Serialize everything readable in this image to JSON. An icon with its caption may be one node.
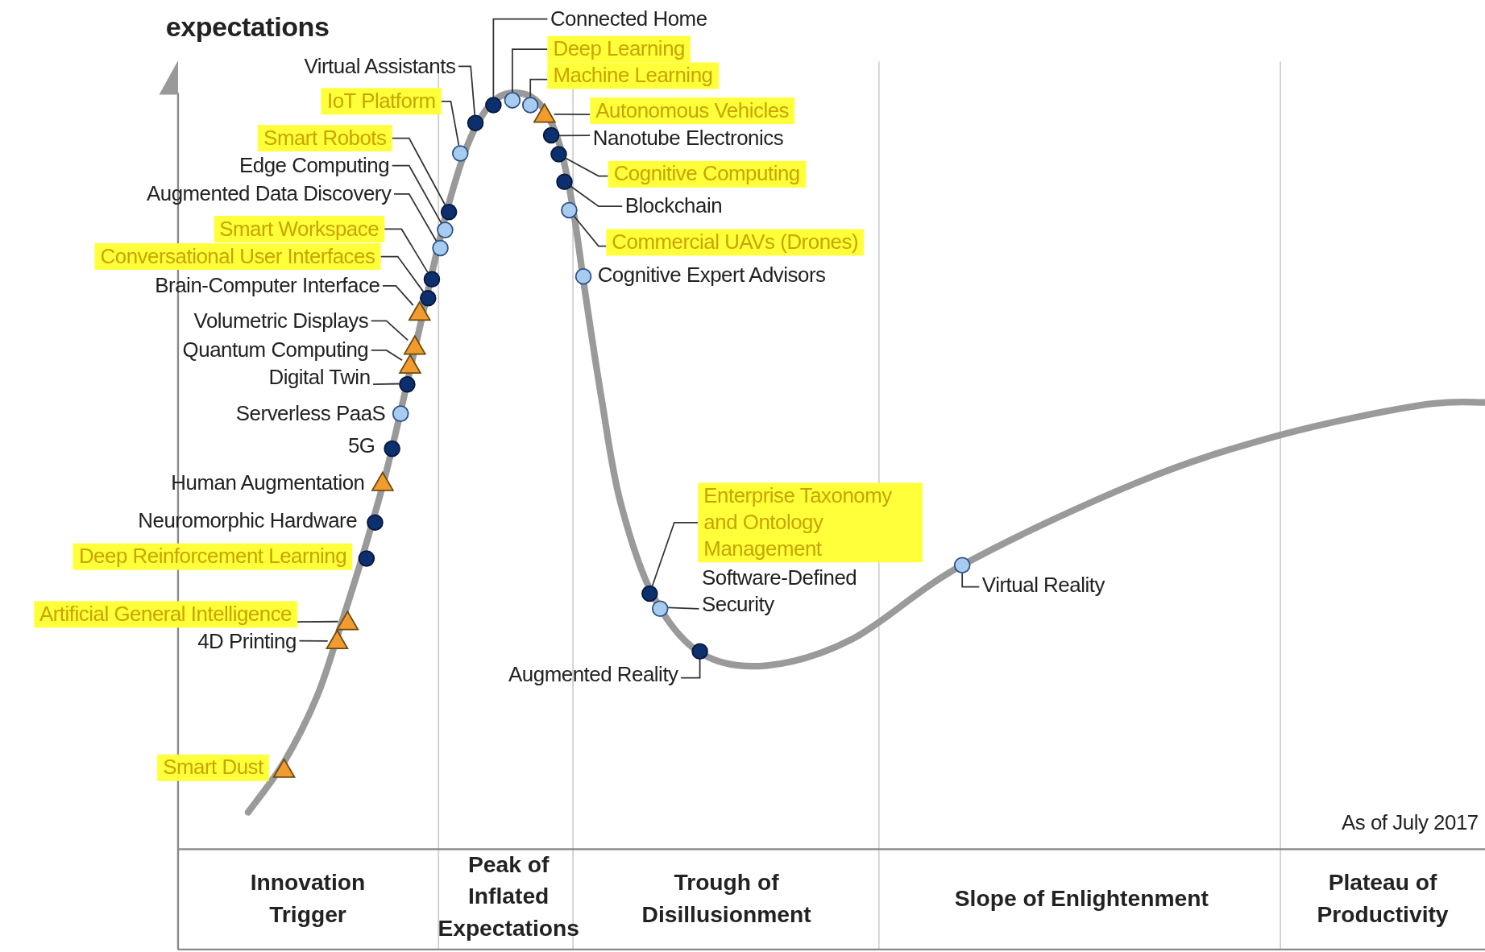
{
  "diagram": {
    "nodes": [
      {
        "text": [
          "Connected Home"
        ]
      },
      {
        "text": [],
        "shape": "circle"
      },
      {
        "text": [
          "Deep Learning"
        ]
      },
      {
        "text": [],
        "shape": "circle"
      },
      {
        "text": [
          "Machine Learning"
        ]
      },
      {
        "text": [],
        "shape": "circle"
      },
      {
        "text": [
          "Autonomous Vehicles"
        ]
      },
      {
        "text": [],
        "shape": "triangle"
      },
      {
        "text": [
          "Nanotube Electronics"
        ]
      },
      {
        "text": [],
        "shape": "circle"
      },
      {
        "text": [
          "Cognitive Computing"
        ]
      },
      {
        "text": [],
        "shape": "circle"
      },
      {
        "text": [
          "Blockchain"
        ]
      },
      {
        "text": [],
        "shape": "circle"
      },
      {
        "text": [
          "Commercial UAVs (Drones)"
        ]
      },
      {
        "text": [],
        "shape": "circle"
      },
      {
        "text": [],
        "shape": "circle",
        "beside": [
          "Cognitive Expert Advisors"
        ]
      },
      {
        "text": [
          "Virtual Assistants"
        ]
      },
      {
        "text": [],
        "shape": "circle"
      },
      {
        "text": [
          "IoT Platform"
        ]
      },
      {
        "text": [],
        "shape": "circle"
      },
      {
        "text": [
          "Smart Robots"
        ]
      },
      {
        "text": [],
        "shape": "circle"
      },
      {
        "text": [
          "Edge Computing"
        ]
      },
      {
        "text": [],
        "shape": "circle"
      },
      {
        "text": [
          "Augmented Data Discovery"
        ]
      },
      {
        "text": [],
        "shape": "circle"
      },
      {
        "text": [
          "Smart Workspace"
        ]
      },
      {
        "text": [],
        "shape": "circle"
      },
      {
        "text": [
          "Conversational User Interfaces"
        ]
      },
      {
        "text": [],
        "shape": "circle"
      },
      {
        "text": [
          "Brain-Computer Interface"
        ]
      },
      {
        "text": [],
        "shape": "triangle"
      },
      {
        "text": [
          "Volumetric Displays"
        ]
      },
      {
        "text": [],
        "shape": "triangle"
      },
      {
        "text": [
          "Quantum Computing"
        ]
      },
      {
        "text": [],
        "shape": "triangle"
      },
      {
        "text": [
          "Digital Twin"
        ]
      },
      {
        "text": [],
        "shape": "circle"
      },
      {
        "text": [],
        "shape": "circle",
        "beside": [
          "Serverless PaaS"
        ]
      },
      {
        "text": [],
        "shape": "circle",
        "beside": [
          "5G"
        ]
      },
      {
        "text": [],
        "shape": "triangle",
        "beside": [
          "Human Augmentation"
        ]
      },
      {
        "text": [],
        "shape": "circle",
        "beside": [
          "Neuromorphic Hardware"
        ]
      },
      {
        "text": [],
        "shape": "circle"
      },
      {
        "text": [
          "Artificial General Intelligence"
        ]
      },
      {
        "text": [],
        "shape": "triangle"
      },
      {
        "text": [
          "4D Printing"
        ]
      },
      {
        "text": [],
        "shape": "triangle"
      },
      {
        "text": [],
        "shape": "triangle"
      },
      {
        "text": [
          "Enterprise Taxonomy and Ontology Management"
        ]
      },
      {
        "text": [],
        "shape": "circle"
      },
      {
        "text": [],
        "shape": "circle"
      },
      {
        "text": [
          "Augmented Reality"
        ]
      },
      {
        "text": [],
        "shape": "circle"
      },
      {
        "text": [
          "Virtual Reality"
        ]
      },
      {
        "text": [],
        "shape": "circle"
      },
      {
        "text": [
          "Deep Reinforcement Learning"
        ]
      },
      {
        "text": [
          "Smart Dust"
        ]
      },
      {
        "text": [
          "Software-Defined Security"
        ]
      }
    ],
    "edges": [
      {
        "from": 0,
        "to": 1,
        "arrow": "none"
      },
      {
        "from": 2,
        "to": 3,
        "arrow": "none"
      },
      {
        "from": 4,
        "to": 5,
        "arrow": "none"
      },
      {
        "from": 6,
        "to": 7,
        "arrow": "none"
      },
      {
        "from": 8,
        "to": 9,
        "arrow": "none"
      },
      {
        "from": 10,
        "to": 11,
        "arrow": "none"
      },
      {
        "from": 12,
        "to": 13,
        "arrow": "none"
      },
      {
        "from": 14,
        "to": 15,
        "arrow": "none"
      },
      {
        "from": 17,
        "to": 18,
        "arrow": "none"
      },
      {
        "from": 19,
        "to": 20,
        "arrow": "none"
      },
      {
        "from": 21,
        "to": 22,
        "arrow": "none"
      },
      {
        "from": 23,
        "to": 24,
        "arrow": "none"
      },
      {
        "from": 25,
        "to": 26,
        "arrow": "none"
      },
      {
        "from": 27,
        "to": 28,
        "arrow": "none"
      },
      {
        "from": 29,
        "to": 30,
        "arrow": "none"
      },
      {
        "from": 31,
        "to": 32,
        "arrow": "none"
      },
      {
        "from": 33,
        "to": 34,
        "arrow": "none"
      },
      {
        "from": 35,
        "to": 36,
        "arrow": "none"
      },
      {
        "from": 37,
        "to": 38,
        "arrow": "none"
      },
      {
        "from": 44,
        "to": 45,
        "arrow": "none"
      },
      {
        "from": 46,
        "to": 47,
        "arrow": "none"
      },
      {
        "from": 49,
        "to": 50,
        "arrow": "none"
      },
      {
        "from": 52,
        "to": 53,
        "arrow": "none"
      },
      {
        "from": 54,
        "to": 55,
        "arrow": "none"
      },
      {
        "from": 58,
        "to": 51,
        "arrow": "none"
      }
    ],
    "labels": [
      "expectations",
      "As of July 2017",
      "Innovation Trigger",
      "Peak of Inflated Expectations",
      "Trough of Disillusionment",
      "Slope of Enlightenment",
      "Plateau of Productivity"
    ]
  }
}
